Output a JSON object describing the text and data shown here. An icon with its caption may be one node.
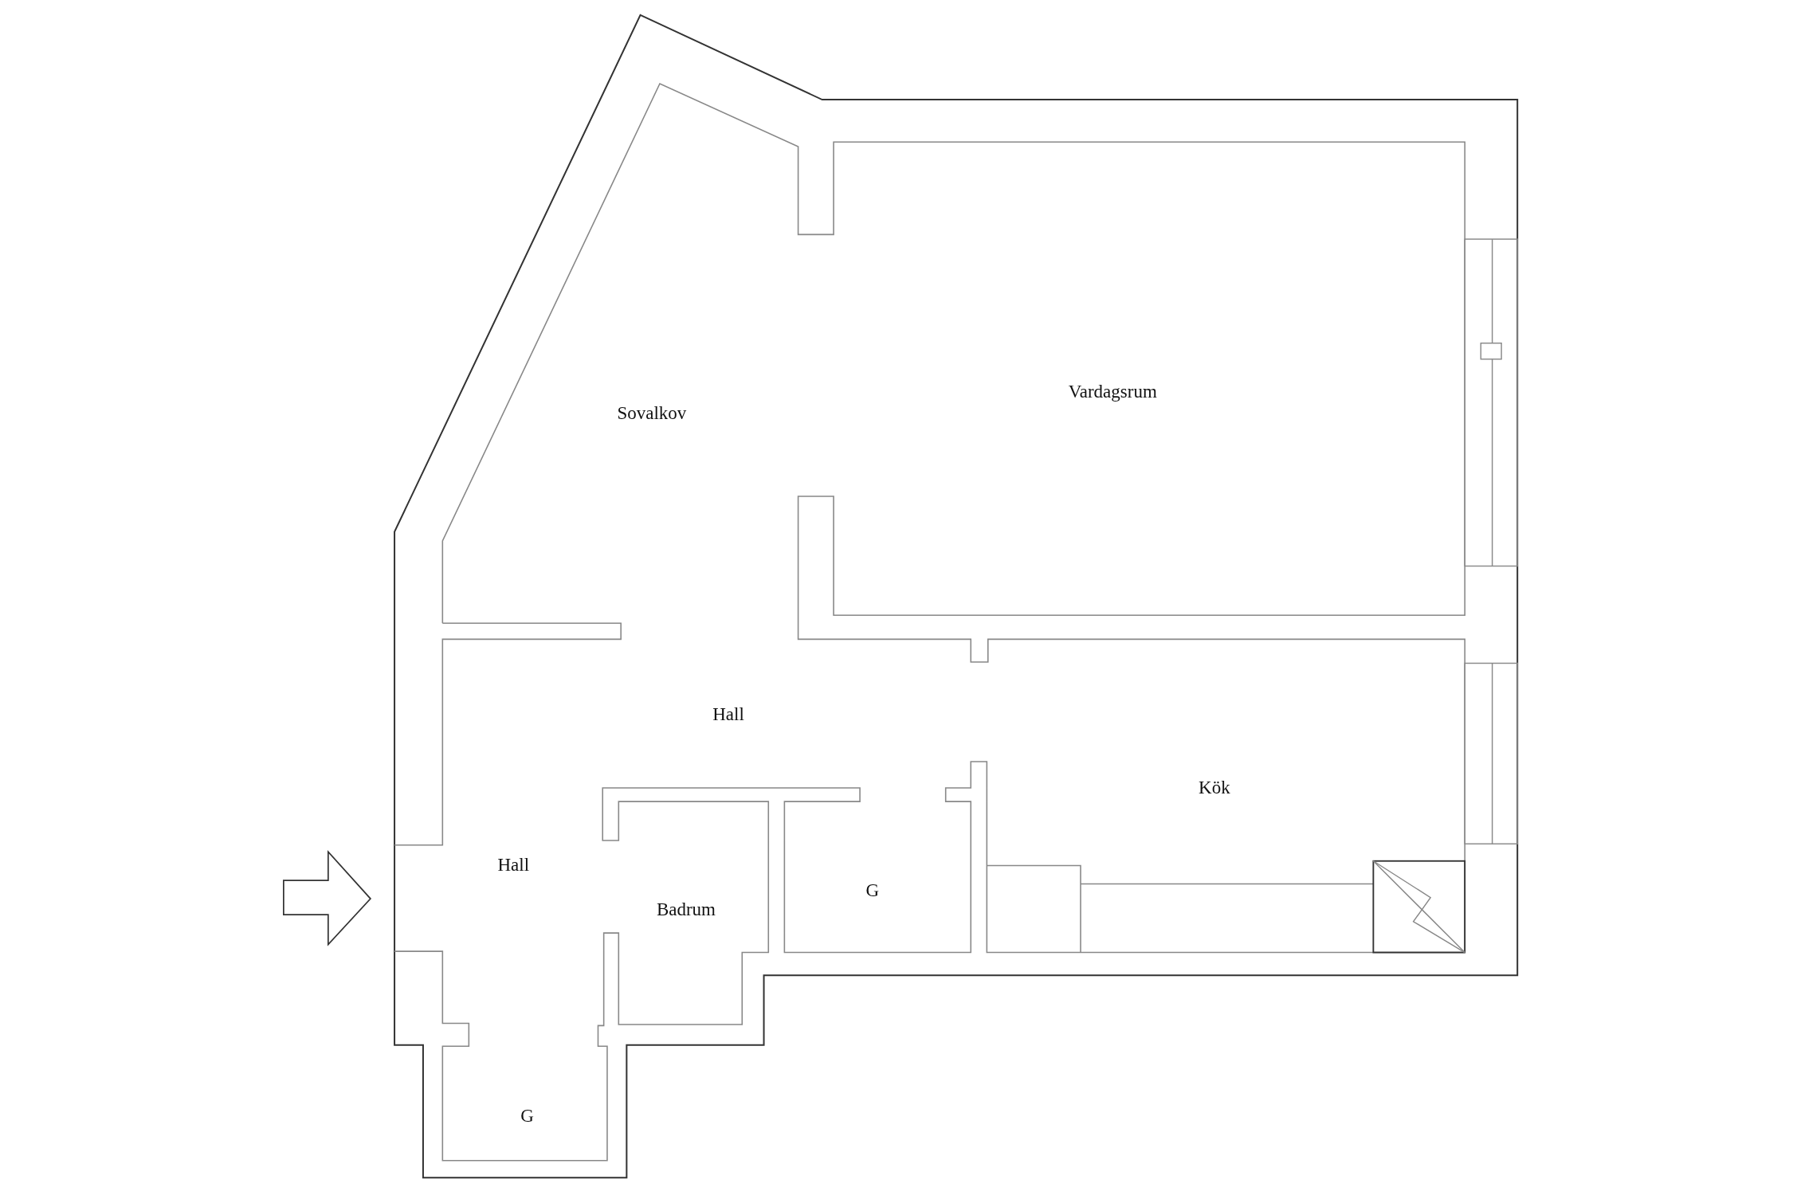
{
  "diagram": {
    "labels": [
      "Sovalkov",
      "Vardagsrum",
      "Hall",
      "Kök",
      "Hall",
      "G",
      "Badrum",
      "G"
    ]
  }
}
